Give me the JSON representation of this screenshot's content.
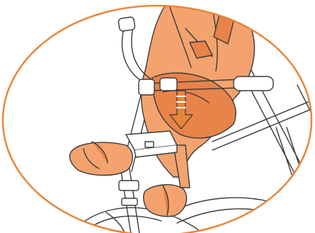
{
  "illustration": {
    "subject": "child-bike-seat-mounting-instruction",
    "colors": {
      "frame_ring": "#e8863a",
      "seat_fill": "#f4a36e",
      "seat_shade": "#e8834a",
      "line": "#3a3a3a",
      "arrow": "#e8863a",
      "background": "#ffffff"
    },
    "icons": [
      "down-arrow-icon",
      "bike-handlebar",
      "child-seat",
      "footrest",
      "mounting-bracket"
    ]
  }
}
